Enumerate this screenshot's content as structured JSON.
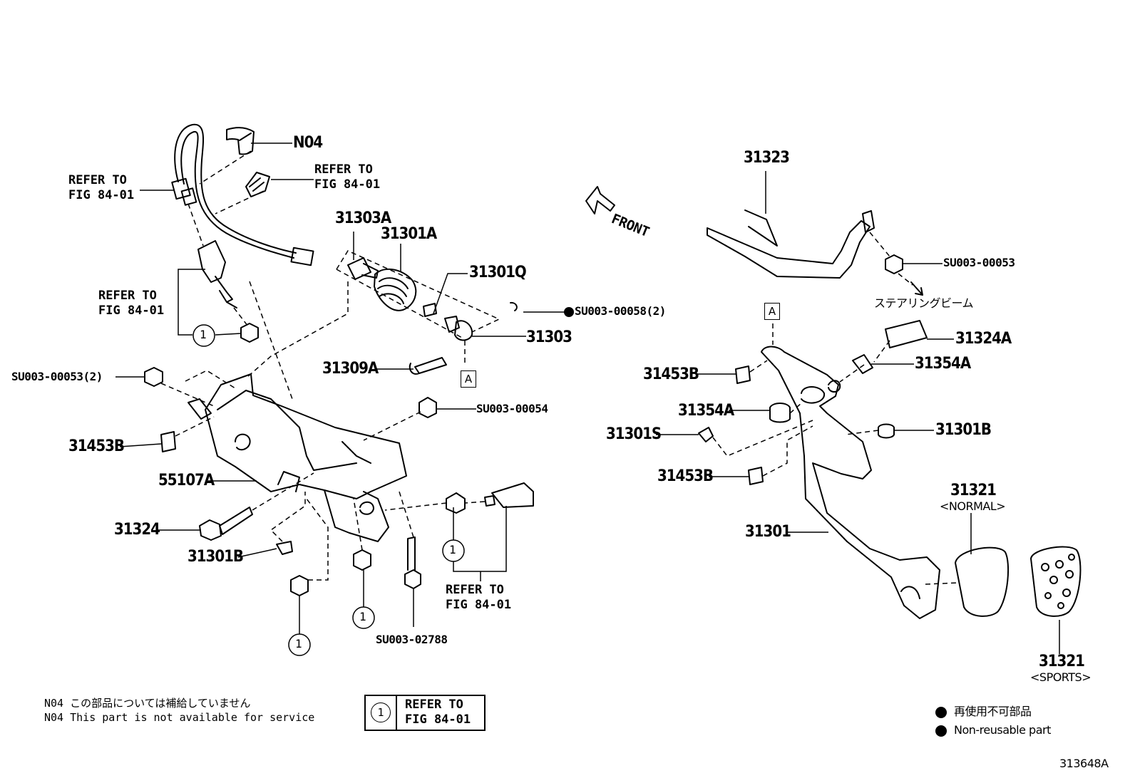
{
  "parts": {
    "n04": "N04",
    "p31323": "31323",
    "p31303a": "31303A",
    "p31301a": "31301A",
    "p31301q": "31301Q",
    "p31303": "31303",
    "p31309a": "31309A",
    "su_00058": "SU003-00058(2)",
    "su_00053_top": "SU003-00053",
    "su_00053_2": "SU003-00053(2)",
    "su_00054": "SU003-00054",
    "su_02788": "SU003-02788",
    "p31453b_left": "31453B",
    "p55107a": "55107A",
    "p31324": "31324",
    "p31301b_left": "31301B",
    "p31324a": "31324A",
    "p31354a_right": "31354A",
    "p31453b_r1": "31453B",
    "p31354a_left": "31354A",
    "p31301s": "31301S",
    "p31301b_right": "31301B",
    "p31453b_r2": "31453B",
    "p31301": "31301",
    "p31321_normal": "31321",
    "normal_tag": "<NORMAL>",
    "p31321_sports": "31321",
    "sports_tag": "<SPORTS>"
  },
  "refs": {
    "ref1": "REFER TO\nFIG 84-01",
    "ref2": "REFER TO\nFIG 84-01",
    "ref3": "REFER TO\nFIG 84-01",
    "ref4": "REFER TO\nFIG 84-01"
  },
  "front_label": "FRONT",
  "steering_beam_jp": "ステアリングビーム",
  "box_a": "A",
  "circle_1": "1",
  "notes": {
    "n04_jp": "N04 この部品については補給していません",
    "n04_en": "N04 This part is not available for service"
  },
  "legend": {
    "symbol": "1",
    "text": "REFER TO\nFIG 84-01"
  },
  "nonreusable": {
    "jp": "再使用不可部品",
    "en": "Non-reusable part"
  },
  "figure_id": "313648A"
}
